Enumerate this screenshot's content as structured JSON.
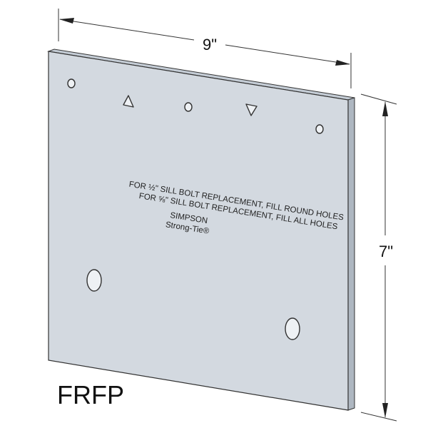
{
  "product": {
    "model": "FRFP",
    "width_label": "9\"",
    "height_label": "7\"",
    "stamp_line1": "FOR ½\" SILL BOLT REPLACEMENT, FILL ROUND HOLES",
    "stamp_line2": "FOR ⅝\" SILL BOLT REPLACEMENT, FILL ALL HOLES",
    "brand_line1": "SIMPSON",
    "brand_line2": "Strong-Tie®"
  },
  "colors": {
    "plate_face": "#d3d9e0",
    "plate_edge": "#aeb7c1",
    "outline": "#333333"
  }
}
